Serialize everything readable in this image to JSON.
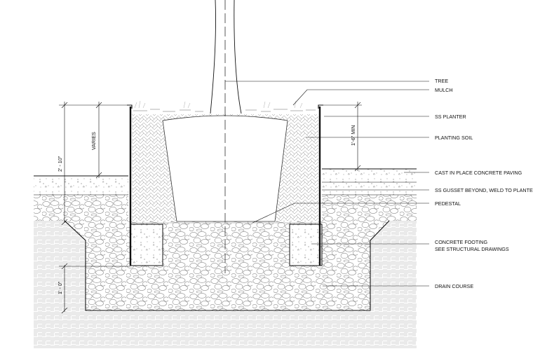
{
  "callouts": {
    "tree": "TREE",
    "mulch": "MULCH",
    "ss_planter": "SS PLANTER",
    "planting_soil": "PLANTING SOIL",
    "paving": "CAST IN PLACE CONCRETE PAVING",
    "gusset": "SS GUSSET BEYOND, WELD TO PLANTER",
    "pedestal": "PEDESTAL",
    "footing_line1": "CONCRETE FOOTING",
    "footing_line2": "SEE STRUCTURAL DRAWINGS",
    "drain_course": "DRAIN COURSE"
  },
  "dimensions": {
    "varies": "VARIES",
    "overall_height": "2' - 10\"",
    "soil_min": "1'-6\" MIN",
    "footing_depth": "1' - 0\""
  },
  "colors": {
    "line": "#111111",
    "hatch": "#9a9a9a",
    "gravel": "#8a8a8a"
  }
}
